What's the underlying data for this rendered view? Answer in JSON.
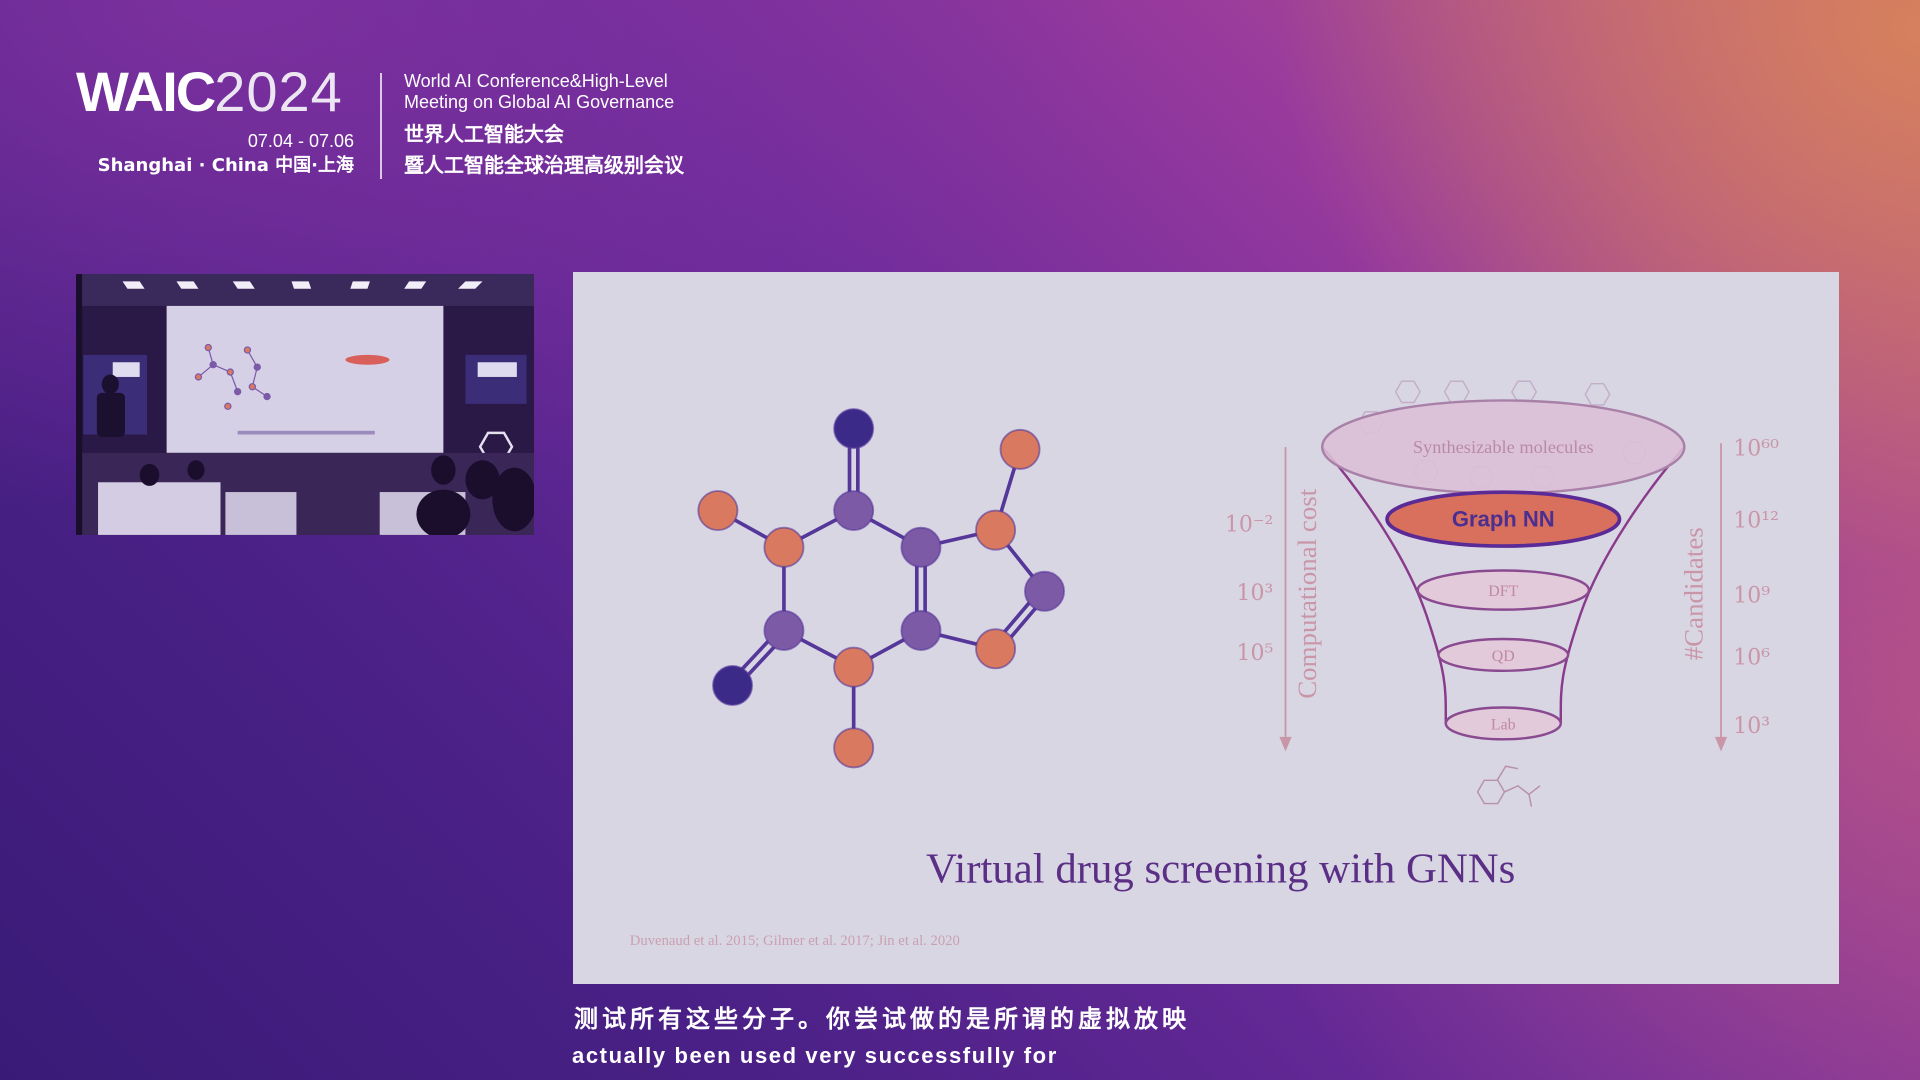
{
  "header": {
    "logo_wordmark": "WAIC",
    "logo_year": "2024",
    "dates": "07.04 - 07.06",
    "location": "Shanghai · China  中国·上海",
    "conference_en": [
      "World AI Conference&High-Level",
      "Meeting on Global AI Governance"
    ],
    "conference_zh": [
      "世界人工智能大会",
      "暨人工智能全球治理高级别会议"
    ]
  },
  "slide": {
    "title": "Virtual drug screening with GNNs",
    "citation": "Duvenaud et al. 2015; Gilmer et al. 2017; Jin et al. 2020",
    "funnel_stages": [
      "Synthesizable molecules",
      "Graph NN",
      "DFT",
      "QD",
      "Lab"
    ],
    "left_axis": {
      "label": "Computational cost",
      "ticks": [
        "10⁻²",
        "10³",
        "10⁵"
      ]
    },
    "right_axis": {
      "label": "#Candidates",
      "ticks": [
        "10⁶⁰",
        "10¹²",
        "10⁹",
        "10⁶",
        "10³"
      ]
    }
  },
  "subtitles": {
    "zh": "测试所有这些分子。你尝试做的是所谓的虚拟放映",
    "en": "actually been used very successfully for"
  },
  "colors": {
    "slide_background": "#d9d6e4",
    "atom_orange": "#d9795f",
    "atom_purple": "#7c5aa6",
    "atom_dark": "#3b2a88",
    "bond": "#55379a",
    "graph_nn_fill": "#d9705e",
    "graph_nn_stroke": "#5a2a96",
    "title": "#5b2f86",
    "axis_text": "#c996a8"
  }
}
